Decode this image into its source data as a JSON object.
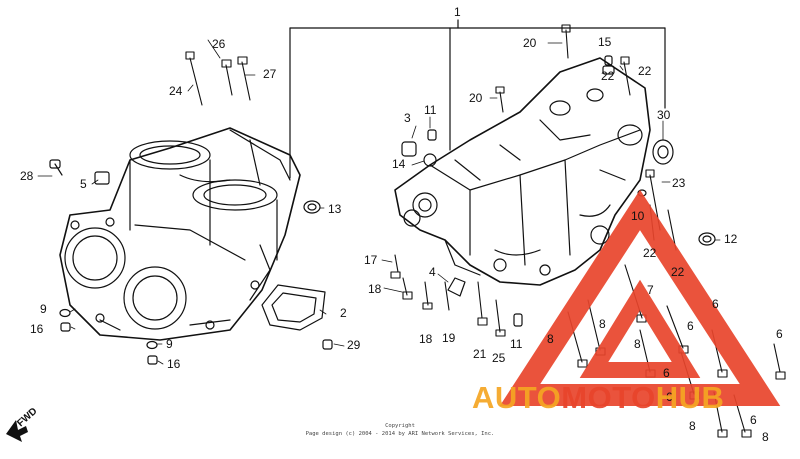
{
  "diagram": {
    "callouts": [
      "1",
      "2",
      "3",
      "4",
      "5",
      "6",
      "6",
      "6",
      "6",
      "6",
      "6",
      "7",
      "8",
      "8",
      "8",
      "8",
      "8",
      "9",
      "9",
      "10",
      "11",
      "11",
      "12",
      "13",
      "14",
      "15",
      "16",
      "16",
      "17",
      "18",
      "18",
      "19",
      "20",
      "20",
      "21",
      "22",
      "22",
      "22",
      "22",
      "23",
      "24",
      "25",
      "26",
      "27",
      "28",
      "29",
      "30"
    ],
    "direction_label": "FWD",
    "copyright": {
      "line1": "Copyright",
      "line2": "Page design (c) 2004 - 2014 by ARI Network Services, Inc."
    }
  },
  "watermark": {
    "part1": "AUTO",
    "part2": "MOTO",
    "part3": "HUB",
    "colors": {
      "auto": "#f5a623",
      "moto": "#e8442b",
      "hub": "#f5a623",
      "triangle": "#e8442b"
    }
  }
}
